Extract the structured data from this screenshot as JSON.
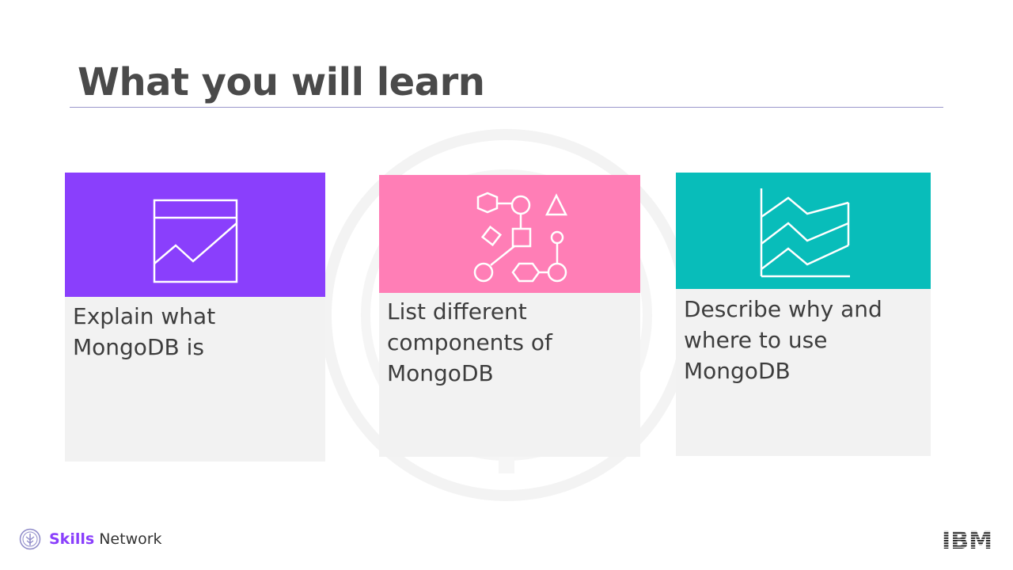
{
  "slide": {
    "title": "What you will learn"
  },
  "cards": [
    {
      "text": "Explain what MongoDB is",
      "color": "#8a3ffc",
      "icon": "chart-icon"
    },
    {
      "text": "List different components of MongoDB",
      "color": "#ff7eb6",
      "icon": "components-icon"
    },
    {
      "text": "Describe why and where to use MongoDB",
      "color": "#08bdba",
      "icon": "stacked-line-icon"
    }
  ],
  "footer": {
    "brand_bold": "Skills",
    "brand_rest": " Network",
    "logo_icon": "skills-network-icon",
    "ibm_logo": "IBM"
  }
}
